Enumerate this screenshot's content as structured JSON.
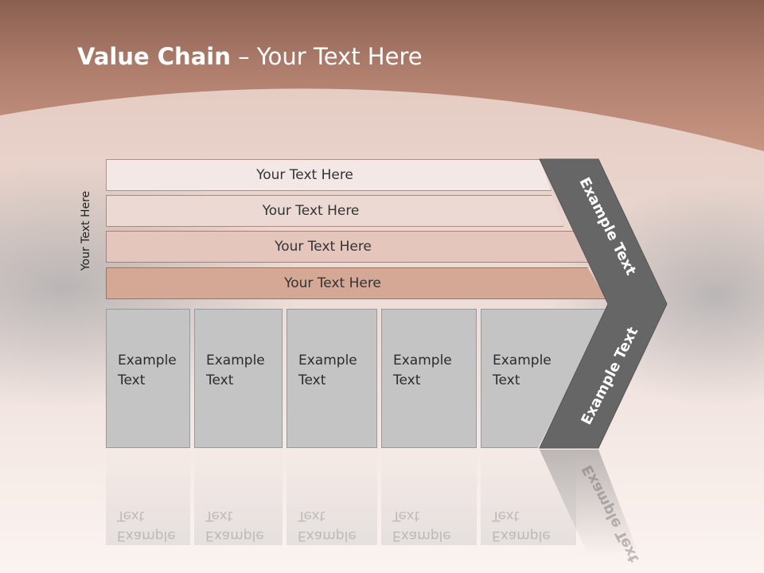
{
  "slide": {
    "title_bold": "Value Chain",
    "title_rest": " – Your Text Here",
    "vertical_label": "Your Text Here",
    "bars": [
      "Your Text Here",
      "Your Text Here",
      "Your Text Here",
      "Your Text Here"
    ],
    "bar_colors": [
      "#f3e8e5",
      "#ecd9d3",
      "#e4c6bc",
      "#d5a896"
    ],
    "columns": [
      [
        "Example",
        "Text"
      ],
      [
        "Example",
        "Text"
      ],
      [
        "Example",
        "Text"
      ],
      [
        "Example",
        "Text"
      ],
      [
        "Example",
        "Text"
      ]
    ],
    "chevron_upper": "Example Text",
    "chevron_lower": "Example Text",
    "chevron_color": "#666666"
  }
}
